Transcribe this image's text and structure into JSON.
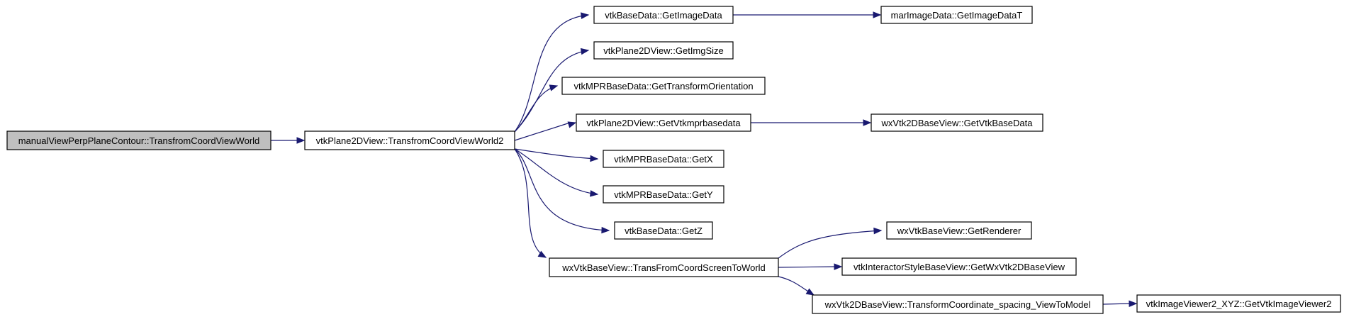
{
  "graph": {
    "root_fill": "#bfbfbf",
    "node_fill": "#ffffff",
    "edge_color": "#191970",
    "nodes": [
      {
        "id": "root",
        "label": "manualViewPerpPlaneContour::TransfromCoordViewWorld",
        "root": true
      },
      {
        "id": "n1",
        "label": "vtkPlane2DView::TransfromCoordViewWorld2"
      },
      {
        "id": "n2",
        "label": "vtkBaseData::GetImageData"
      },
      {
        "id": "n3",
        "label": "marImageData::GetImageDataT"
      },
      {
        "id": "n4",
        "label": "vtkPlane2DView::GetImgSize"
      },
      {
        "id": "n5",
        "label": "vtkMPRBaseData::GetTransformOrientation"
      },
      {
        "id": "n6",
        "label": "vtkPlane2DView::GetVtkmprbasedata"
      },
      {
        "id": "n7",
        "label": "wxVtk2DBaseView::GetVtkBaseData"
      },
      {
        "id": "n8",
        "label": "vtkMPRBaseData::GetX"
      },
      {
        "id": "n9",
        "label": "vtkMPRBaseData::GetY"
      },
      {
        "id": "n10",
        "label": "vtkBaseData::GetZ"
      },
      {
        "id": "n11",
        "label": "wxVtkBaseView::TransFromCoordScreenToWorld"
      },
      {
        "id": "n12",
        "label": "wxVtkBaseView::GetRenderer"
      },
      {
        "id": "n13",
        "label": "vtkInteractorStyleBaseView::GetWxVtk2DBaseView"
      },
      {
        "id": "n14",
        "label": "wxVtk2DBaseView::TransformCoordinate_spacing_ViewToModel"
      },
      {
        "id": "n15",
        "label": "vtkImageViewer2_XYZ::GetVtkImageViewer2"
      }
    ],
    "edges": [
      {
        "from": "root",
        "to": "n1"
      },
      {
        "from": "n1",
        "to": "n2"
      },
      {
        "from": "n2",
        "to": "n3"
      },
      {
        "from": "n1",
        "to": "n4"
      },
      {
        "from": "n1",
        "to": "n5"
      },
      {
        "from": "n1",
        "to": "n6"
      },
      {
        "from": "n6",
        "to": "n7"
      },
      {
        "from": "n1",
        "to": "n8"
      },
      {
        "from": "n1",
        "to": "n9"
      },
      {
        "from": "n1",
        "to": "n10"
      },
      {
        "from": "n1",
        "to": "n11"
      },
      {
        "from": "n11",
        "to": "n12"
      },
      {
        "from": "n11",
        "to": "n13"
      },
      {
        "from": "n11",
        "to": "n14"
      },
      {
        "from": "n14",
        "to": "n15"
      }
    ]
  }
}
